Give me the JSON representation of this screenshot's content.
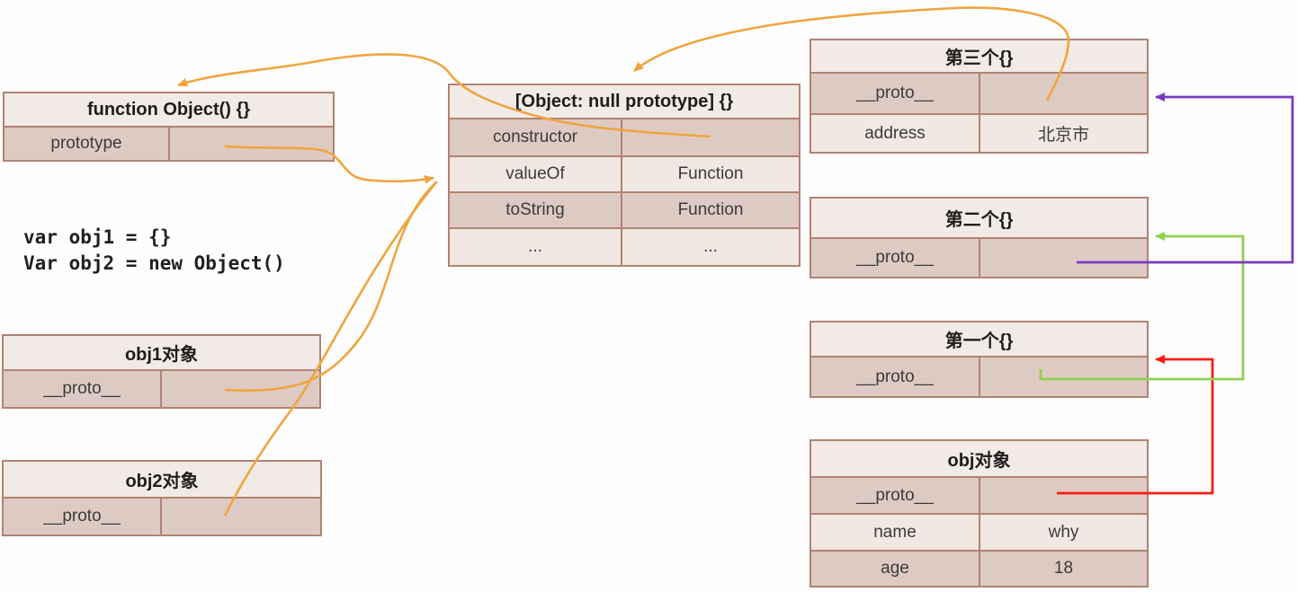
{
  "colors": {
    "orange": "#f1a43e",
    "purple": "#7a3ac0",
    "green": "#8fd14f",
    "red": "#fa1d12",
    "box_border": "#b08372",
    "header_bg": "#f2eae6",
    "row_dark_bg": "#ddcbc3",
    "row_light_bg": "#f1e8e4"
  },
  "code": {
    "line1": "var obj1 = {}",
    "line2": "Var obj2 = new Object()"
  },
  "boxes": {
    "function_object": {
      "title": "function Object() {}",
      "rows": [
        {
          "key": "prototype",
          "value": ""
        }
      ]
    },
    "object_prototype": {
      "title": "[Object: null prototype] {}",
      "rows": [
        {
          "key": "constructor",
          "value": ""
        },
        {
          "key": "valueOf",
          "value": "Function"
        },
        {
          "key": "toString",
          "value": "Function"
        },
        {
          "key": "...",
          "value": "..."
        }
      ]
    },
    "obj1": {
      "title": "obj1对象",
      "rows": [
        {
          "key": "__proto__",
          "value": ""
        }
      ]
    },
    "obj2": {
      "title": "obj2对象",
      "rows": [
        {
          "key": "__proto__",
          "value": ""
        }
      ]
    },
    "third": {
      "title": "第三个{}",
      "rows": [
        {
          "key": "__proto__",
          "value": ""
        },
        {
          "key": "address",
          "value": "北京市"
        }
      ]
    },
    "second": {
      "title": "第二个{}",
      "rows": [
        {
          "key": "__proto__",
          "value": ""
        }
      ]
    },
    "first": {
      "title": "第一个{}",
      "rows": [
        {
          "key": "__proto__",
          "value": ""
        }
      ]
    },
    "obj": {
      "title": "obj对象",
      "rows": [
        {
          "key": "__proto__",
          "value": ""
        },
        {
          "key": "name",
          "value": "why"
        },
        {
          "key": "age",
          "value": "18"
        }
      ]
    }
  },
  "edges": [
    {
      "from": "function Object().prototype",
      "to": "[Object: null prototype] {}",
      "color": "orange"
    },
    {
      "from": "obj1对象.__proto__",
      "to": "[Object: null prototype] {}",
      "color": "orange"
    },
    {
      "from": "obj2对象.__proto__",
      "to": "[Object: null prototype] {}",
      "color": "orange"
    },
    {
      "from": "[Object: null prototype] {}.constructor",
      "to": "function Object() {}",
      "color": "orange"
    },
    {
      "from": "第三个{}.__proto__",
      "to": "[Object: null prototype] {}",
      "color": "orange"
    },
    {
      "from": "第二个{}.__proto__",
      "to": "第三个{}",
      "color": "purple"
    },
    {
      "from": "第一个{}.__proto__",
      "to": "第二个{}",
      "color": "green"
    },
    {
      "from": "obj对象.__proto__",
      "to": "第一个{}",
      "color": "red"
    }
  ]
}
